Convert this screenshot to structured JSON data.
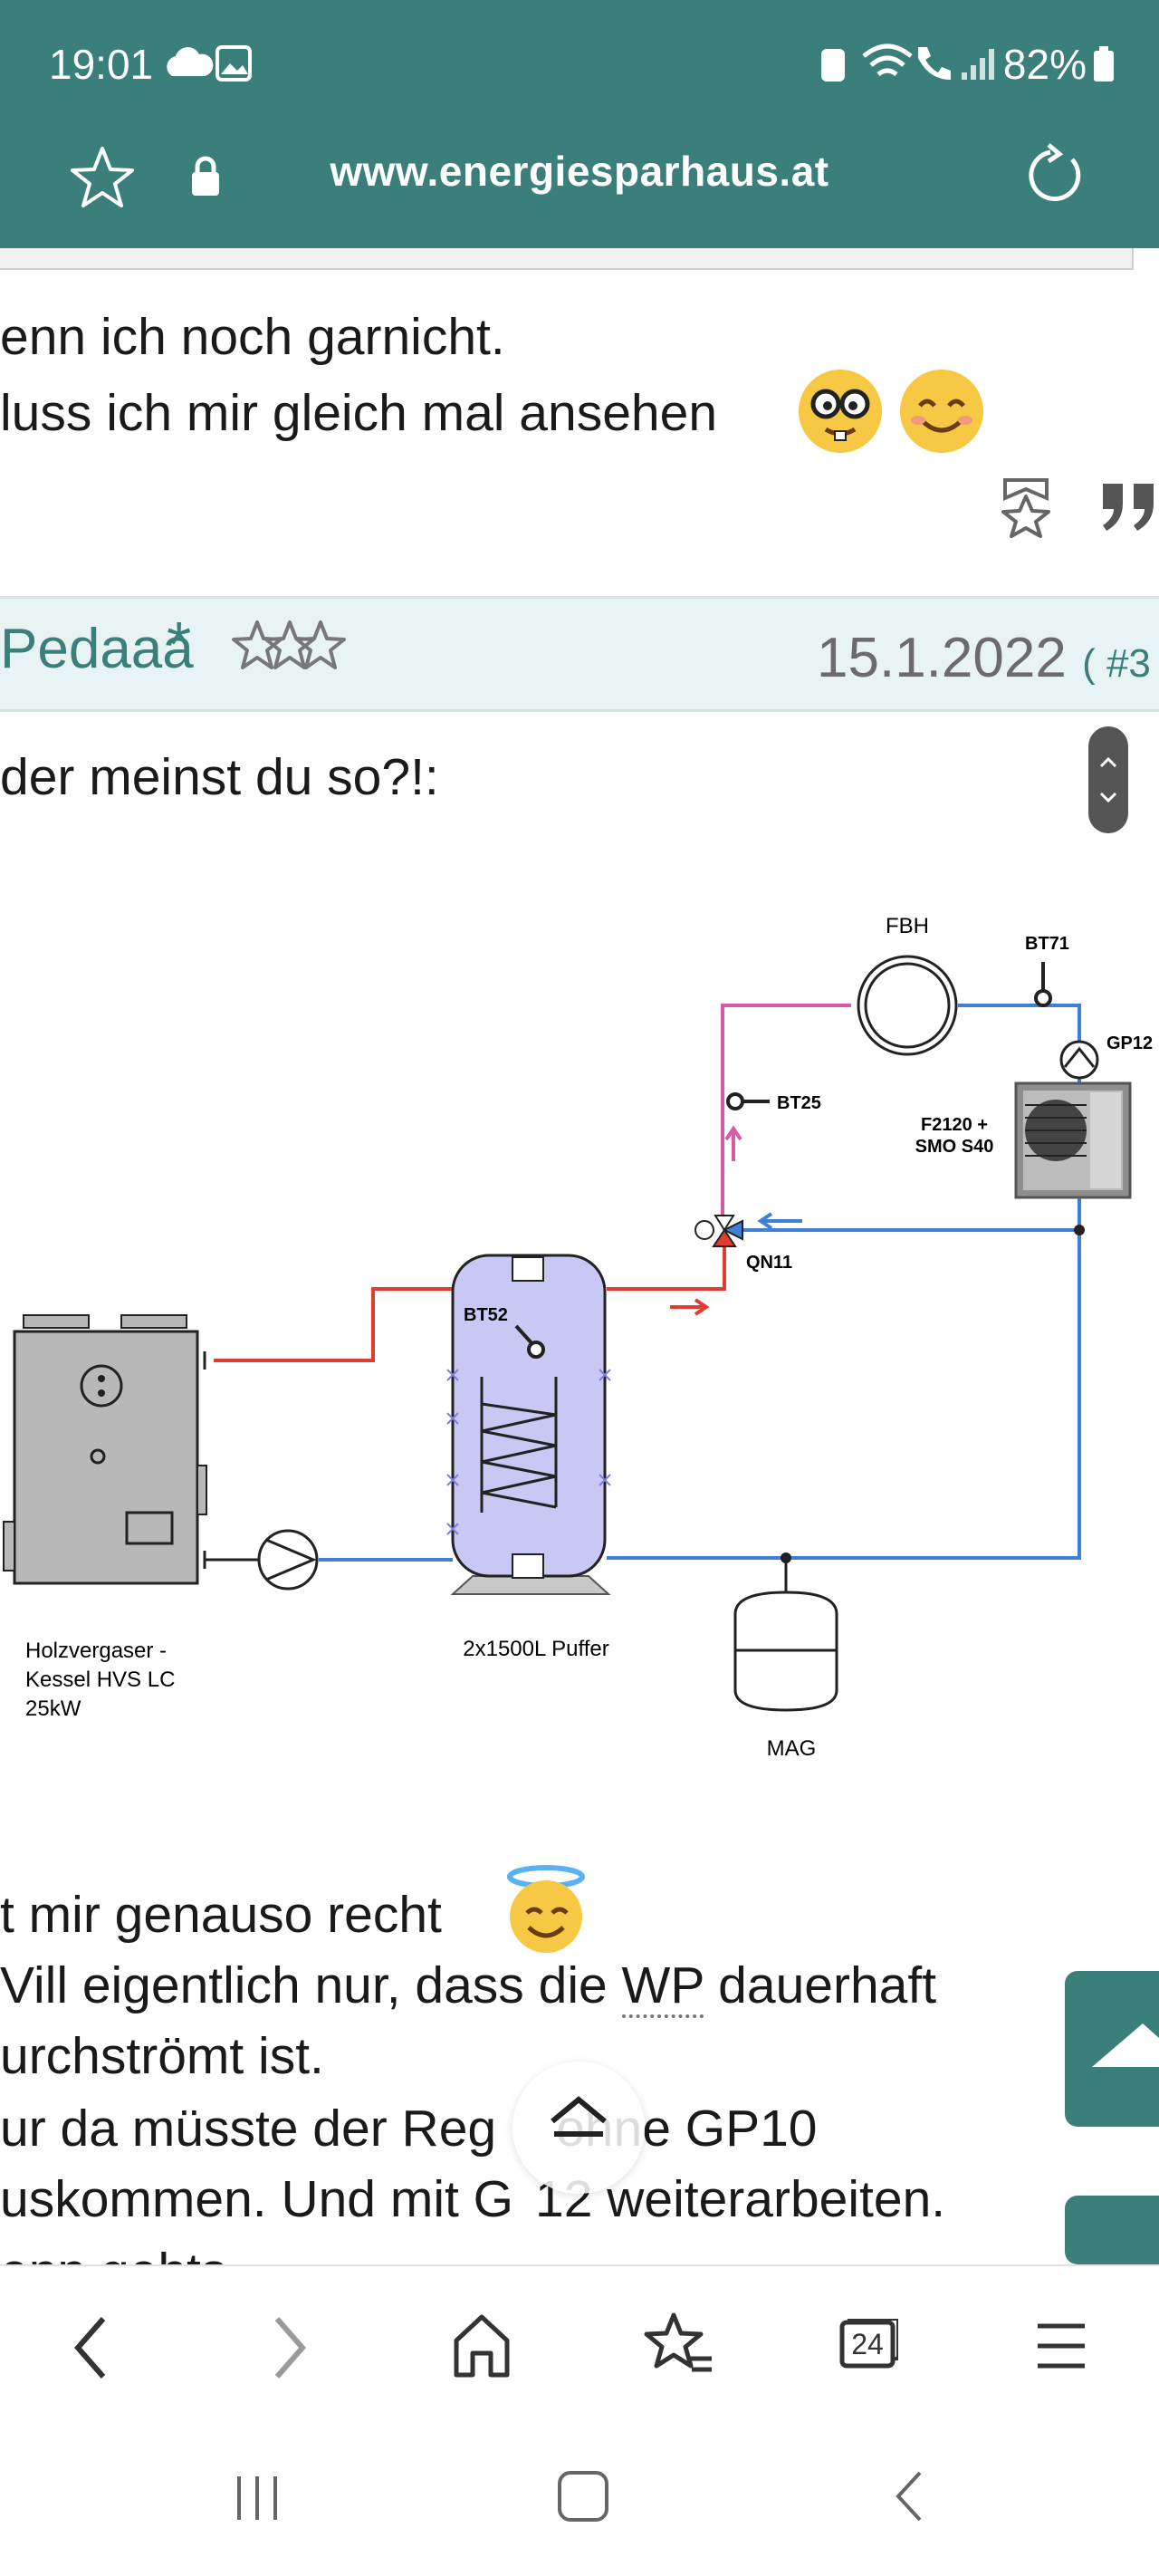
{
  "status_bar": {
    "time": "19:01",
    "battery": "82%"
  },
  "address_bar": {
    "url": "www.energiesparhaus.at"
  },
  "previous_post": {
    "lines": [
      "enn ich noch garnicht.",
      "luss ich mir gleich mal ansehen"
    ]
  },
  "post_header": {
    "username": "Pedaaa",
    "date": "15.1.2022",
    "post_number": "( #3"
  },
  "post_intro": "der meinst du so?!:",
  "diagram": {
    "labels": {
      "fbh": "FBH",
      "bt71": "BT71",
      "gp12": "GP12",
      "bt25": "BT25",
      "heatpump_line1": "F2120 +",
      "heatpump_line2": "SMO S40",
      "qn11": "QN11",
      "bt52": "BT52",
      "boiler_line1": "Holzvergaser -",
      "boiler_line2": "Kessel HVS LC",
      "boiler_line3": "25kW",
      "buffer": "2x1500L Puffer",
      "mag": "MAG"
    },
    "colors": {
      "supply": "#e03c31",
      "return": "#3f7fd6",
      "fbh_supply": "#d65aa8"
    }
  },
  "reply_text": {
    "line1": "t mir genauso recht",
    "line2_a": "Vill eigentlich nur, dass die ",
    "line2_abbr": "WP",
    "line2_b": " dauerhaft",
    "line3": "urchströmt ist.",
    "line4_a": "ur da müsste der Reg",
    "line4_b": "ohne GP10",
    "line5_a": "uskommen. Und mit G",
    "line5_b": "12 weiterarbeiten.",
    "line6": "enn gehts"
  },
  "icons": {
    "status": [
      "cloud-icon",
      "image-icon",
      "wifi-icon",
      "call-icon",
      "signal-icon",
      "battery-icon"
    ],
    "toolbar": [
      "bookmark-star-icon",
      "lock-icon",
      "reload-icon"
    ],
    "nav": [
      "back-icon",
      "forward-icon",
      "home-icon",
      "bookmarks-icon",
      "tabs-icon",
      "menu-icon"
    ]
  },
  "tabs_count": "24"
}
